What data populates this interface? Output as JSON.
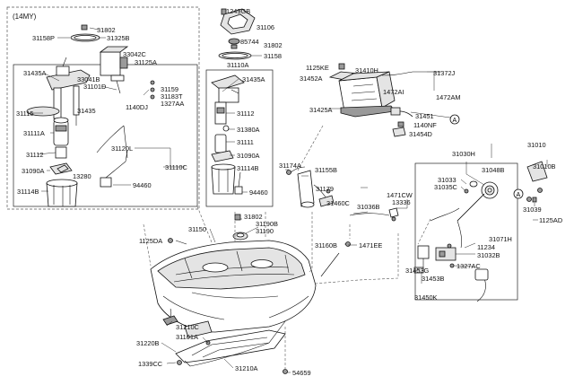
{
  "diagram": {
    "note": "(14MY)",
    "labels": {
      "p31802a": "31802",
      "p31158P": "31158P",
      "p31325B": "31325B",
      "p33042C": "33042C",
      "p31125A": "31125A",
      "p31435A_l": "31435A",
      "p33041B": "33041B",
      "p31101D": "31101D",
      "p31159": "31159",
      "p31183T": "31183T",
      "p1327AA": "1327AA",
      "p1140DJ": "1140DJ",
      "p31435": "31435",
      "p31115": "31115",
      "p31111A": "31111A",
      "p31120L": "31120L",
      "p31112_l": "31112",
      "p31110C": "31110C",
      "p31090A_l": "31090A",
      "p13280": "13280",
      "p94460_l": "94460",
      "p31114B_l": "31114B",
      "p1249GB": "1249GB",
      "p31106": "31106",
      "p85744": "85744",
      "p31802b": "31802",
      "p31158": "31158",
      "p31110A": "31110A",
      "p31435A_c": "31435A",
      "p31112_c": "31112",
      "p31380A": "31380A",
      "p31111": "31111",
      "p31090A_c": "31090A",
      "p31114B_c": "31114B",
      "p94460_c": "94460",
      "p1125KE": "1125KE",
      "p31410H": "31410H",
      "p31452A": "31452A",
      "p31372J": "31372J",
      "p1472AI": "1472AI",
      "p1472AM": "1472AM",
      "p31425A": "31425A",
      "p31451": "31451",
      "p1140NF": "1140NF",
      "p31454D": "31454D",
      "p31010": "31010",
      "p31010B": "31010B",
      "p31030H": "31030H",
      "p31048B": "31048B",
      "p31033": "31033",
      "p31035C": "31035C",
      "p31174A": "31174A",
      "p31155B": "31155B",
      "p31179": "31179",
      "p31460C": "31460C",
      "p1471CW": "1471CW",
      "p13336": "13336",
      "p31036B": "31036B",
      "p31039": "31039",
      "p1125AD": "1125AD",
      "p31802c": "31802",
      "p31190B": "31190B",
      "p31190": "31190",
      "p31150": "31150",
      "p1125DA": "1125DA",
      "p31160B": "31160B",
      "p1471EE": "1471EE",
      "p31071H": "31071H",
      "p11234": "11234",
      "p31032B": "31032B",
      "p1327AC": "1327AC",
      "p31453G": "31453G",
      "p31453B": "31453B",
      "p31450K": "31450K",
      "p31210C": "31210C",
      "p31220B": "31220B",
      "p31101A": "31101A",
      "p1339CC": "1339CC",
      "p31210A": "31210A",
      "p54659": "54659"
    }
  }
}
